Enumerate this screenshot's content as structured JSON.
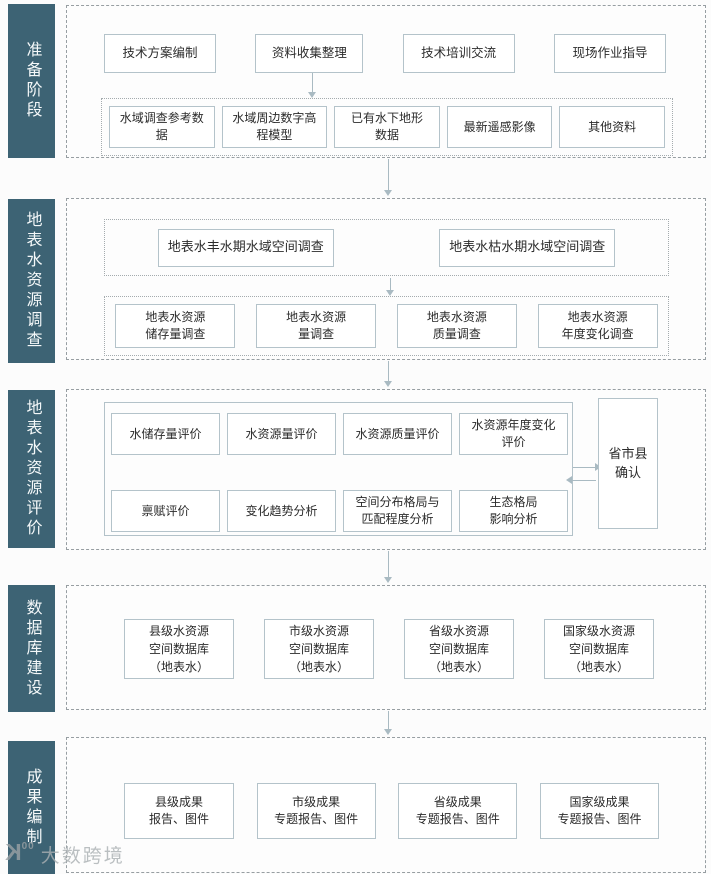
{
  "stages": [
    {
      "label": "准备阶段"
    },
    {
      "label": "地表水资源调查"
    },
    {
      "label": "地表水资源评价"
    },
    {
      "label": "数据库建设"
    },
    {
      "label": "成果编制"
    }
  ],
  "preparation": {
    "tasks": [
      "技术方案编制",
      "资料收集整理",
      "技术培训交流",
      "现场作业指导"
    ],
    "materials": [
      "水域调查参考数\n据",
      "水域周边数字高\n程模型",
      "已有水下地形\n数据",
      "最新遥感影像",
      "其他资料"
    ]
  },
  "survey": {
    "flood_season": "地表水丰水期水域空间调查",
    "dry_season": "地表水枯水期水域空间调查",
    "subtasks": [
      "地表水资源\n储存量调查",
      "地表水资源\n量调查",
      "地表水资源\n质量调查",
      "地表水资源\n年度变化调查"
    ]
  },
  "evaluation": {
    "row1": [
      "水储存量评价",
      "水资源量评价",
      "水资源质量评价",
      "水资源年度变化\n评价"
    ],
    "row2": [
      "禀赋评价",
      "变化趋势分析",
      "空间分布格局与\n匹配程度分析",
      "生态格局\n影响分析"
    ],
    "confirm": "省市县\n确认"
  },
  "database": {
    "items": [
      "县级水资源\n空间数据库\n（地表水）",
      "市级水资源\n空间数据库\n（地表水）",
      "省级水资源\n空间数据库\n（地表水）",
      "国家级水资源\n空间数据库\n（地表水）"
    ]
  },
  "results": {
    "items": [
      "县级成果\n报告、图件",
      "市级成果\n专题报告、图件",
      "省级成果\n专题报告、图件",
      "国家级成果\n专题报告、图件"
    ]
  },
  "watermark": {
    "logo_letter": "K",
    "logo_sup": "00",
    "brand": "大数跨境"
  },
  "colors": {
    "stage_bg": "#3d6374",
    "box_border": "#b4c3ca",
    "dashed": "#979ea2",
    "arrow": "#a9bac2"
  }
}
